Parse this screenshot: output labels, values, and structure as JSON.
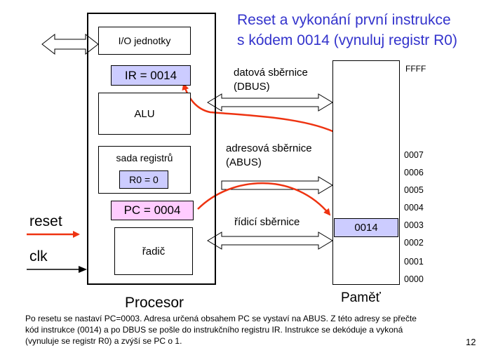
{
  "title": {
    "line1": "Reset a vykonání první instrukce",
    "line2": "s kódem 0014 (vynuluj registr R0)"
  },
  "processor": {
    "label": "Procesor",
    "io": "I/O jednotky",
    "ir": "IR = 0014",
    "alu": "ALU",
    "regset": "sada registrů",
    "r0": "R0 = 0",
    "pc": "PC = 0004",
    "ctrl": "řadič"
  },
  "inputs": {
    "reset": "reset",
    "clk": "clk"
  },
  "buses": {
    "data_line1": "datová sběrnice",
    "data_line2": "(DBUS)",
    "addr_line1": "adresová sběrnice",
    "addr_line2": "(ABUS)",
    "ctrl": "řídicí sběrnice"
  },
  "memory": {
    "label": "Paměť",
    "top": "FFFF",
    "cell": "0014",
    "addresses": [
      "0007",
      "0006",
      "0005",
      "0004",
      "0003",
      "0002",
      "0001",
      "0000"
    ]
  },
  "note": {
    "line1": "Po resetu se nastaví PC=0003. Adresa určená obsahem PC se vystaví na ABUS. Z této adresy se přečte",
    "line2": "kód instrukce (0014) a po DBUS se pošle do instrukčního registru IR. Instrukce se dekóduje a vykoná",
    "line3": "(vynuluje se registr R0) a zvýší se PC o 1."
  },
  "page_number": "12",
  "colors": {
    "title": "#3333cc",
    "arrow": "#ee3311",
    "ir_fill": "#ccccff",
    "pc_fill": "#ffccff",
    "cell_fill": "#ccccff"
  }
}
